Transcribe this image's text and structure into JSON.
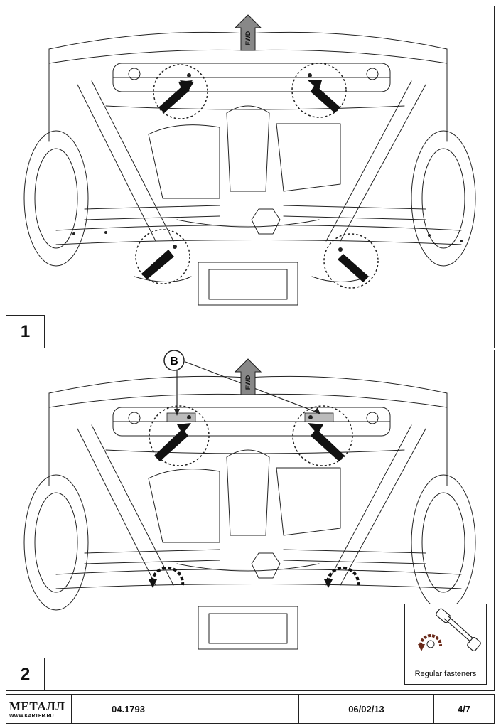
{
  "panels": [
    {
      "step_label": "1",
      "direction_label": "FWD"
    },
    {
      "step_label": "2",
      "direction_label": "FWD",
      "callout_label": "B"
    }
  ],
  "legend": {
    "text": "Regular fasteners",
    "icon": "ratchet-wrench-icon"
  },
  "footer": {
    "logo_text": "МЕТАЛЛ",
    "logo_url": "WWW.KARTER.RU",
    "doc_number": "04.1793",
    "blank": "",
    "date": "06/02/13",
    "page": "4/7"
  }
}
